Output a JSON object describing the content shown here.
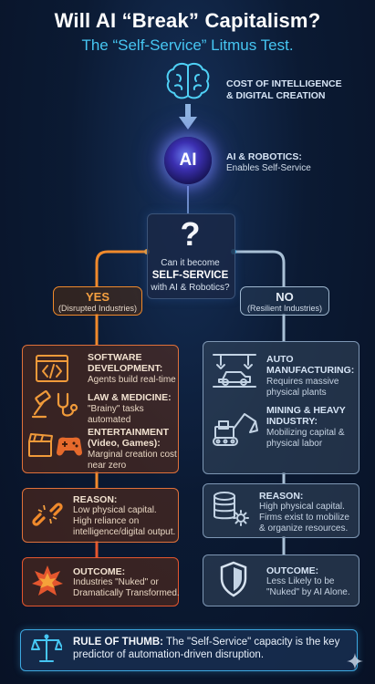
{
  "header": {
    "title": "Will AI “Break” Capitalism?",
    "subtitle": "The “Self-Service” Litmus Test."
  },
  "top": {
    "cost_line1": "COST OF INTELLIGENCE",
    "cost_line2": "& DIGITAL CREATION",
    "ai_label": "AI",
    "ai_desc_line1": "AI & ROBOTICS:",
    "ai_desc_line2": "Enables Self-Service"
  },
  "decision": {
    "line1": "Can it become",
    "line2": "SELF-SERVICE",
    "line3": "with AI & Robotics?"
  },
  "yes": {
    "label": "YES",
    "sub": "(Disrupted Industries)",
    "software_title1": "SOFTWARE",
    "software_title2": "DEVELOPMENT:",
    "software_desc": "Agents build real-time",
    "law_title": "LAW & MEDICINE:",
    "law_desc1": "\"Brainy\" tasks",
    "law_desc2": "automated",
    "ent_title1": "ENTERTAINMENT",
    "ent_title2": "(Video, Games):",
    "ent_desc1": "Marginal creation cost",
    "ent_desc2": "near zero",
    "reason_title": "REASON:",
    "reason_line1": "Low physical capital.",
    "reason_line2": "High reliance on",
    "reason_line3": "intelligence/digital output.",
    "outcome_title": "OUTCOME:",
    "outcome_line1": "Industries \"Nuked\" or",
    "outcome_line2": "Dramatically Transformed."
  },
  "no": {
    "label": "NO",
    "sub": "(Resilient Industries)",
    "auto_title1": "AUTO",
    "auto_title2": "MANUFACTURING:",
    "auto_desc1": "Requires massive",
    "auto_desc2": "physical plants",
    "mining_title1": "MINING & HEAVY",
    "mining_title2": "INDUSTRY:",
    "mining_desc1": "Mobilizing capital &",
    "mining_desc2": "physical labor",
    "reason_title": "REASON:",
    "reason_line1": "High physical capital.",
    "reason_line2": "Firms exist to mobilize",
    "reason_line3": "& organize resources.",
    "outcome_title": "OUTCOME:",
    "outcome_line1": "Less Likely to be",
    "outcome_line2": "\"Nuked\" by AI Alone."
  },
  "rule": {
    "label": "RULE OF THUMB:",
    "text": " The \"Self-Service\" capacity is the key predictor of automation-driven disruption."
  },
  "colors": {
    "accent_orange": "#f08a2c",
    "accent_blue": "#46c6f2",
    "neutral_grey": "#9fb8d0"
  }
}
